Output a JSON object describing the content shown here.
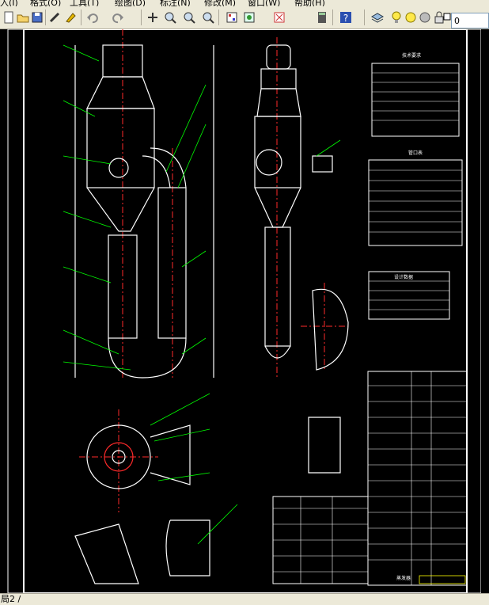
{
  "menu": {
    "items": [
      "入(I)",
      "格式(O)",
      "工具(T)",
      "绘图(D)",
      "标注(N)",
      "修改(M)",
      "窗口(W)",
      "帮助(H)"
    ]
  },
  "toolbar": {
    "icons": [
      "new-icon",
      "open-icon",
      "save-icon",
      "brush-icon",
      "match-properties-icon",
      "undo-icon",
      "redo-icon",
      "pan-icon",
      "zoom-realtime-icon",
      "zoom-window-icon",
      "zoom-previous-icon",
      "properties-icon",
      "design-center-icon",
      "tool-palettes-icon",
      "calculator-icon",
      "help-icon",
      "layers-icon",
      "lightbulb-icon",
      "sun-icon",
      "freeze-icon",
      "color-swatch-icon"
    ],
    "layer_value": "0"
  },
  "drawing": {
    "tech_req_title": "技术要求",
    "nozzle_table_title": "管口表",
    "design_table_title": "设计数据",
    "title_block_label": "蒸发器"
  },
  "status": {
    "tab_label": "局2 /"
  },
  "colors": {
    "background": "#000000",
    "lines": "#ffffff",
    "leaders": "#00ff00",
    "centerline": "#ff2a2a",
    "accent": "#ffff00"
  }
}
